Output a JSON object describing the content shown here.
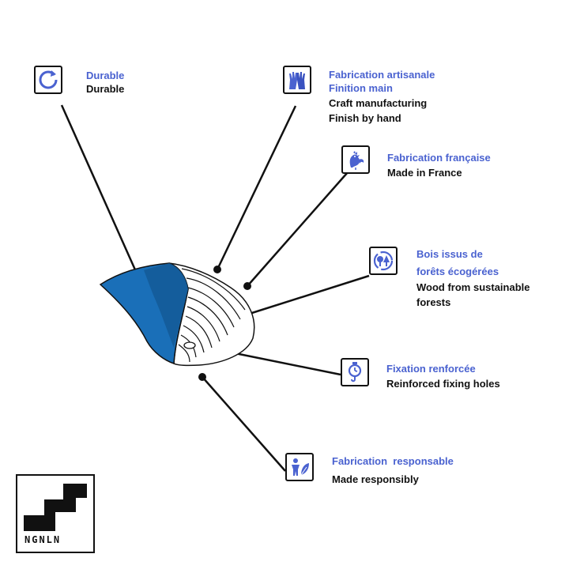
{
  "colors": {
    "accent": "#4a62d0",
    "product_blue": "#1a6fb8",
    "product_blue_dark": "#145a96",
    "line": "#111111"
  },
  "features": [
    {
      "icon": "refresh-icon",
      "fr": [
        "Durable"
      ],
      "en": [
        "Durable"
      ]
    },
    {
      "icon": "hands-icon",
      "fr": [
        "Fabrication artisanale",
        "Finition main"
      ],
      "en": [
        "Craft manufacturing",
        "Finish by hand"
      ]
    },
    {
      "icon": "rooster-icon",
      "fr": [
        "Fabrication française"
      ],
      "en": [
        "Made in France"
      ]
    },
    {
      "icon": "trees-recycle-icon",
      "fr": [
        "Bois issus de",
        "forêts écogérées"
      ],
      "en": [
        "Wood from sustainable",
        "forests"
      ]
    },
    {
      "icon": "hanging-clock-icon",
      "fr": [
        "Fixation renforcée"
      ],
      "en": [
        "Reinforced fixing holes"
      ]
    },
    {
      "icon": "person-leaf-icon",
      "fr": [
        "Fabrication  responsable"
      ],
      "en": [
        "Made responsibly"
      ]
    }
  ],
  "brand": {
    "logo_text": "NGNLN"
  }
}
